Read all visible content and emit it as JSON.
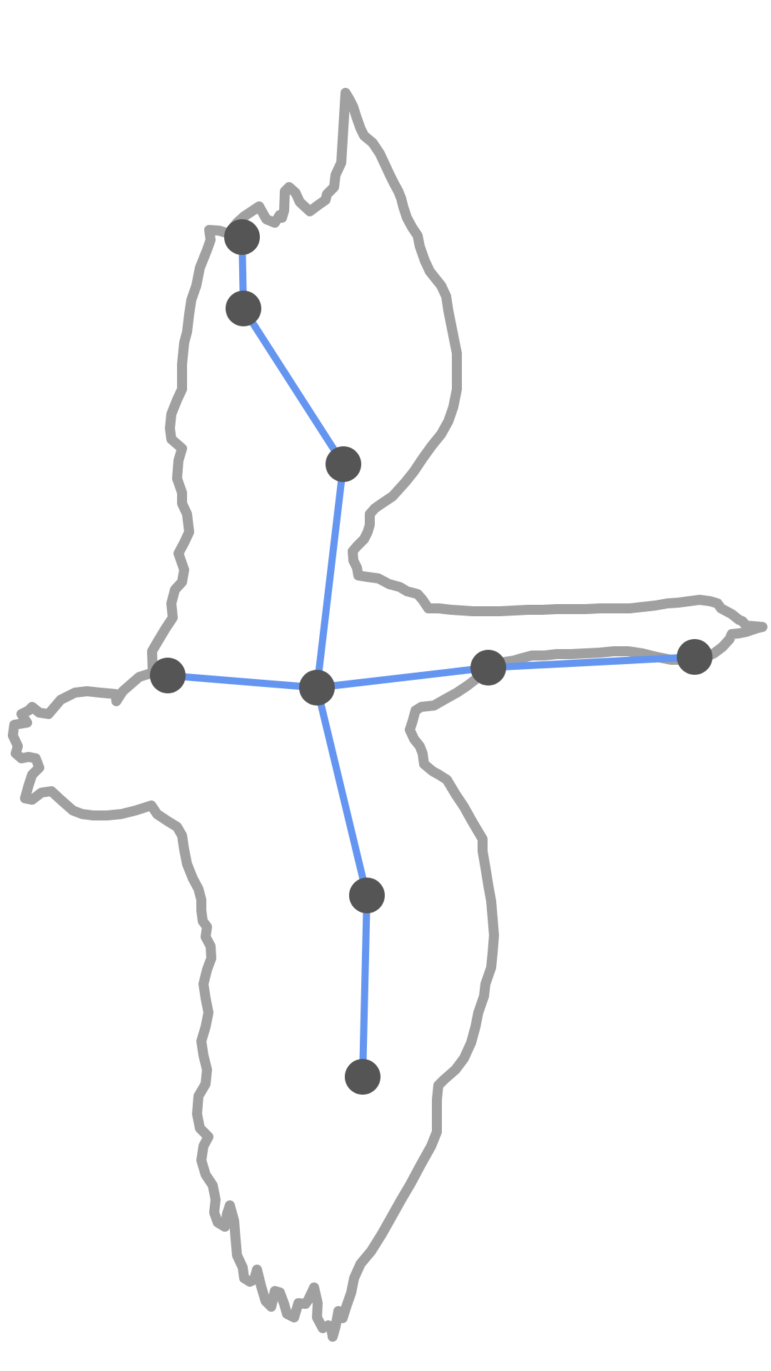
{
  "colors": {
    "background": "#ffffff",
    "outline": "#a0a0a0",
    "bone": "#6495f0",
    "joint": "#555555"
  },
  "skeleton": {
    "joints": [
      {
        "name": "left-wing-tip"
      },
      {
        "name": "left-wing-wrist"
      },
      {
        "name": "left-wing-elbow"
      },
      {
        "name": "body-center"
      },
      {
        "name": "tail"
      },
      {
        "name": "neck"
      },
      {
        "name": "head"
      },
      {
        "name": "right-wing-elbow"
      },
      {
        "name": "right-wing-tip"
      }
    ],
    "bones": [
      [
        "left-wing-tip",
        "left-wing-wrist"
      ],
      [
        "left-wing-wrist",
        "left-wing-elbow"
      ],
      [
        "left-wing-elbow",
        "body-center"
      ],
      [
        "body-center",
        "tail"
      ],
      [
        "body-center",
        "neck"
      ],
      [
        "neck",
        "head"
      ],
      [
        "body-center",
        "right-wing-elbow"
      ],
      [
        "right-wing-elbow",
        "right-wing-tip"
      ]
    ]
  }
}
